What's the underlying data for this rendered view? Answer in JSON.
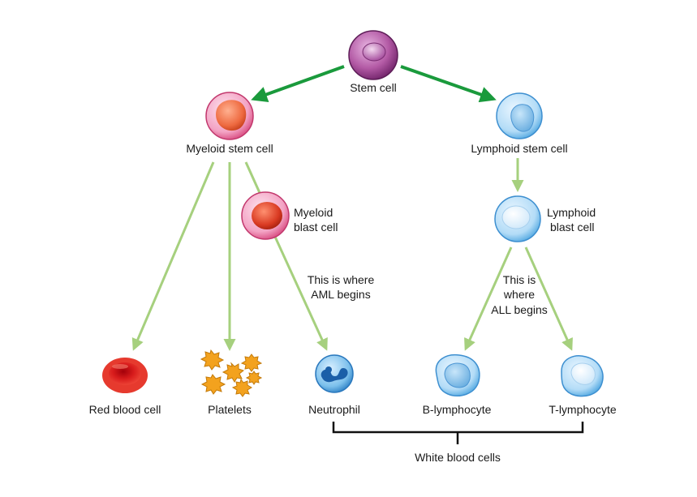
{
  "nodes": {
    "stem_cell": "Stem cell",
    "myeloid_stem_cell": "Myeloid stem cell",
    "lymphoid_stem_cell": "Lymphoid stem cell",
    "myeloid_blast_line1": "Myeloid",
    "myeloid_blast_line2": "blast cell",
    "lymphoid_blast_line1": "Lymphoid",
    "lymphoid_blast_line2": "blast cell",
    "red_blood_cell": "Red blood cell",
    "platelets": "Platelets",
    "neutrophil": "Neutrophil",
    "b_lymphocyte": "B-lymphocyte",
    "t_lymphocyte": "T-lymphocyte"
  },
  "annotations": {
    "aml_line1": "This is where",
    "aml_line2": "AML begins",
    "all_line1": "This is",
    "all_line2": "where",
    "all_line3": "ALL begins"
  },
  "group": {
    "white_blood_cells": "White blood cells"
  },
  "colors": {
    "primary_arrow": "#1a9a3c",
    "secondary_arrow": "#a6d07e",
    "stem": "#9a3d8c",
    "myeloid": "#e8608a",
    "lymphoid": "#7cc0ec",
    "red_cell": "#d92020",
    "platelet": "#f0a020",
    "neutrophil": "#3a90d0"
  }
}
